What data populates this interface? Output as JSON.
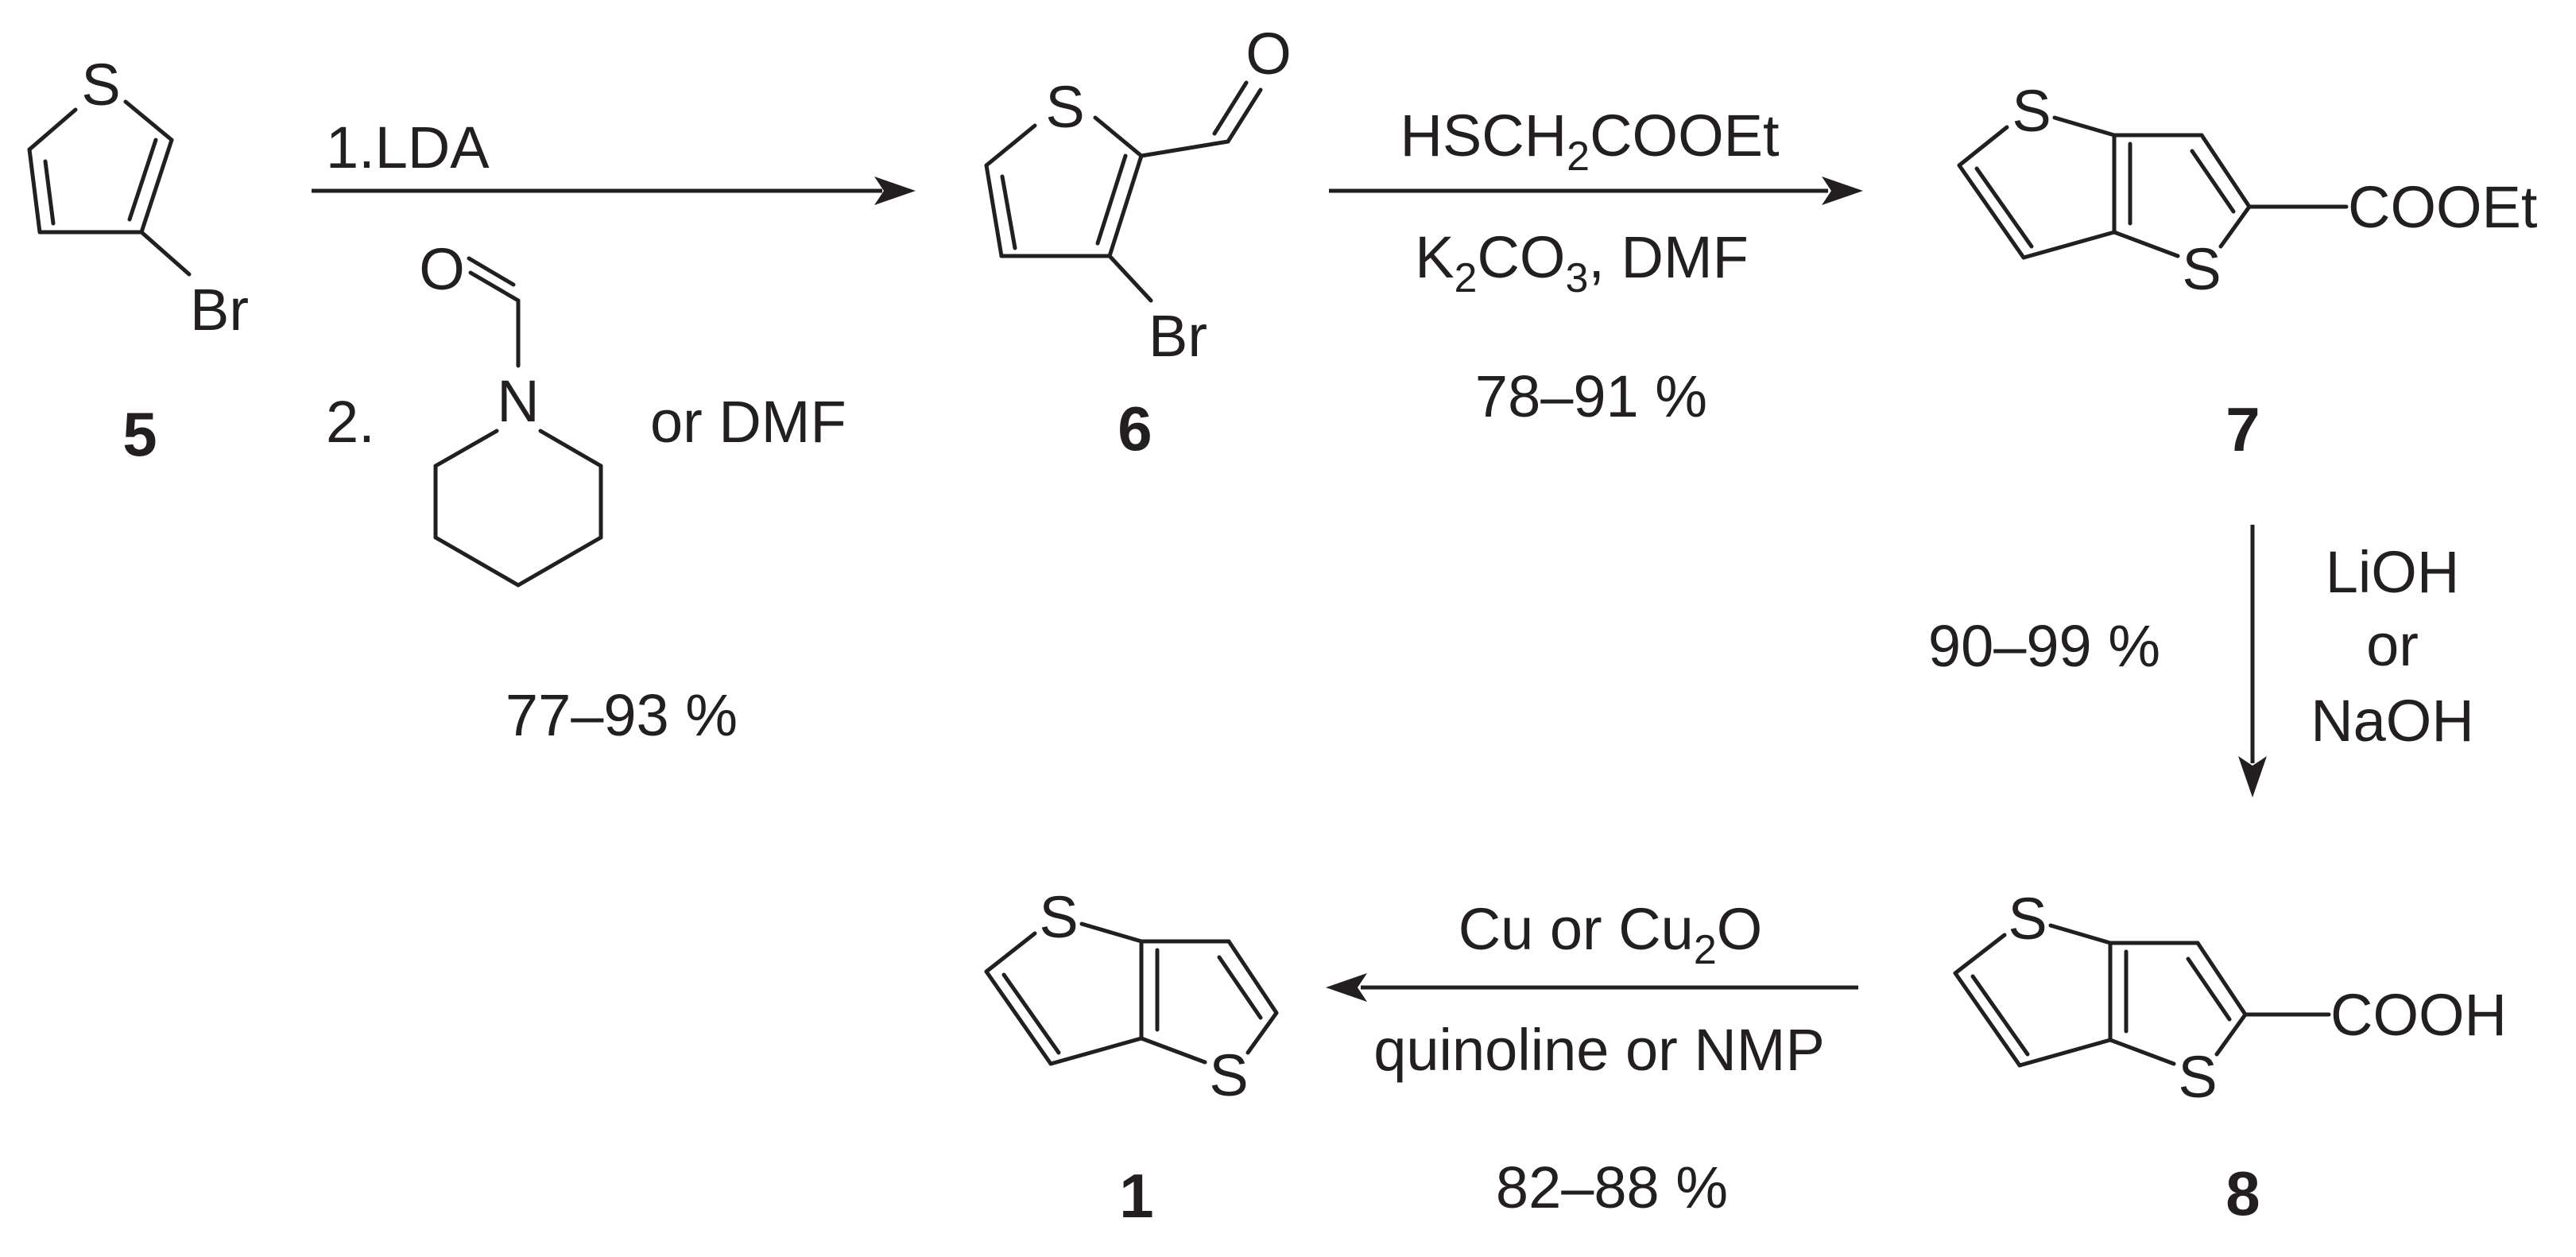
{
  "compounds": {
    "c5": {
      "label": "5",
      "atoms": {
        "s": "S",
        "br": "Br"
      }
    },
    "c6": {
      "label": "6",
      "atoms": {
        "s": "S",
        "o": "O",
        "br": "Br"
      }
    },
    "c7": {
      "label": "7",
      "atoms": {
        "s1": "S",
        "s2": "S",
        "ester": "COOEt"
      }
    },
    "c8": {
      "label": "8",
      "atoms": {
        "s1": "S",
        "s2": "S",
        "acid": "COOH"
      }
    },
    "c1": {
      "label": "1",
      "atoms": {
        "s1": "S",
        "s2": "S"
      }
    }
  },
  "steps": {
    "step1": {
      "line1": "1.LDA",
      "line2_prefix": "2.",
      "line2_suffix": "or DMF",
      "reagent_atoms": {
        "o": "O",
        "n": "N"
      },
      "yield": "77–93 %"
    },
    "step2": {
      "line1": {
        "a": "HSCH",
        "sub": "2",
        "b": "COOEt"
      },
      "line2": {
        "a": "K",
        "sub1": "2",
        "b": "CO",
        "sub2": "3",
        "c": ", DMF"
      },
      "yield": "78–91 %"
    },
    "step3": {
      "line1": "LiOH",
      "line2": "or",
      "line3": "NaOH",
      "yield": "90–99 %"
    },
    "step4": {
      "line1": {
        "a": "Cu or Cu",
        "sub": "2",
        "b": "O"
      },
      "line2": "quinoline or NMP",
      "yield": "82–88 %"
    }
  }
}
